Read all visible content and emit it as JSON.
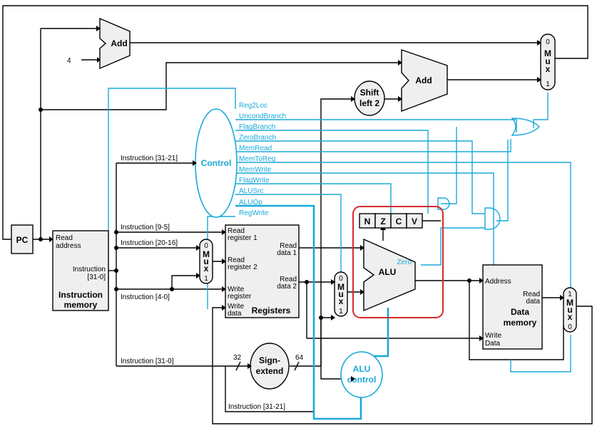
{
  "colors": {
    "control": "#19a9d9",
    "highlight": "#d62a2a",
    "block_fill": "#efefef"
  },
  "pc": {
    "label": "PC"
  },
  "add1": {
    "label": "Add",
    "const": "4"
  },
  "add2": {
    "label": "Add"
  },
  "shift": {
    "line1": "Shift",
    "line2": "left 2"
  },
  "mux_top": {
    "in0": "0",
    "label": "M\nu\nx",
    "in1": "1"
  },
  "imem": {
    "read_address_1": "Read",
    "read_address_2": "address",
    "instruction_1": "Instruction",
    "instruction_2": "[31-0]",
    "title_1": "Instruction",
    "title_2": "memory"
  },
  "control": {
    "label": "Control",
    "signals": [
      "Reg2Loc",
      "UncondBranch",
      "FlagBranch",
      "ZeroBranch",
      "MemRead",
      "MemToReg",
      "MemWrite",
      "FlagWrite",
      "ALUSrc",
      "ALUOp",
      "RegWrite"
    ]
  },
  "fields": {
    "i31_21": "Instruction [31-21]",
    "i9_5": "Instruction [9-5]",
    "i20_16": "Instruction [20-16]",
    "i4_0": "Instruction [4-0]",
    "i31_0": "Instruction [31-0]",
    "i31_21_b": "Instruction [31-21]"
  },
  "mux_reg": {
    "in0": "0",
    "in1": "1"
  },
  "registers": {
    "rr1a": "Read",
    "rr1b": "register 1",
    "rr2a": "Read",
    "rr2b": "register 2",
    "wra": "Write",
    "wrb": "register",
    "wda": "Write",
    "wdb": "data",
    "rd1a": "Read",
    "rd1b": "data 1",
    "rd2a": "Read",
    "rd2b": "data 2",
    "title": "Registers"
  },
  "mux_alu": {
    "in0": "0",
    "in1": "1"
  },
  "flags": [
    "N",
    "Z",
    "C",
    "V"
  ],
  "alu": {
    "label": "ALU",
    "zero": "Zero"
  },
  "sign": {
    "line1": "Sign-",
    "line2": "extend",
    "in_width": "32",
    "out_width": "64"
  },
  "alu_control": {
    "line1": "ALU",
    "line2": "control"
  },
  "dmem": {
    "address": "Address",
    "rd1": "Read",
    "rd2": "data",
    "title1": "Data",
    "title2": "memory",
    "wd1": "Write",
    "wd2": "Data"
  },
  "mux_mem": {
    "in1": "1",
    "in0": "0"
  }
}
